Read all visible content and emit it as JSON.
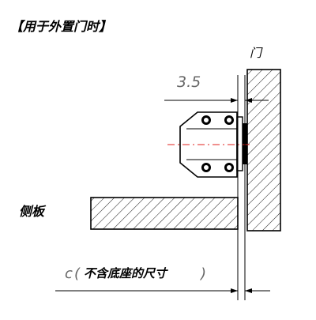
{
  "title": "【用于外置门时】",
  "labels": {
    "door": "门",
    "side_panel": "侧板",
    "dimension_value": "3.5",
    "c_prefix": "c",
    "c_open_paren": "(",
    "c_note": "不含底座的尺寸",
    "c_close_paren": ")"
  },
  "colors": {
    "line": "#000000",
    "background": "#ffffff",
    "centerline": "#e0201c",
    "dimension_text": "#666666"
  }
}
